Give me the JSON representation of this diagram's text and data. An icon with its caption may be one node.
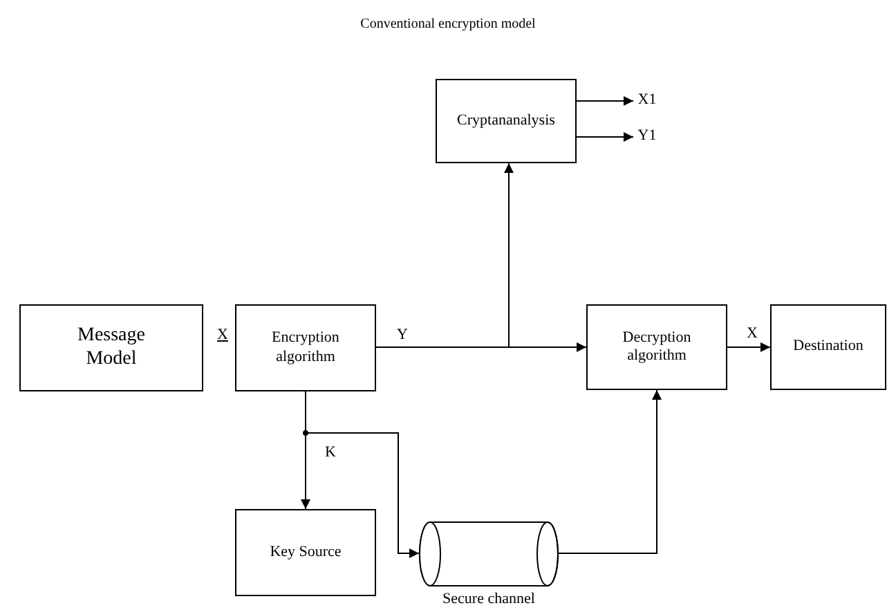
{
  "diagram": {
    "title": "Conventional encryption model",
    "nodes": [
      {
        "text": [
          "Message Model"
        ]
      },
      {
        "text": [
          "Encryption algorithm"
        ]
      },
      {
        "text": [
          "Cryptananalysis"
        ]
      },
      {
        "text": [
          "Decryption algorithm"
        ]
      },
      {
        "text": [
          "Destination"
        ]
      },
      {
        "text": [
          "Key Source"
        ]
      },
      {
        "text": [],
        "shape": "cylinder",
        "beside": [
          "Secure channel"
        ]
      },
      {
        "text": [
          "X1"
        ]
      },
      {
        "text": [
          "Y1"
        ]
      }
    ],
    "edges": [
      {
        "from": 1,
        "to": 3,
        "arrow": "to",
        "label": "Y"
      },
      {
        "from": 1,
        "to": 2,
        "arrow": "to"
      },
      {
        "from": 2,
        "to": 7,
        "arrow": "to"
      },
      {
        "from": 2,
        "to": 8,
        "arrow": "to"
      },
      {
        "from": 3,
        "to": 4,
        "arrow": "to",
        "label": "X"
      },
      {
        "from": 1,
        "to": 5,
        "arrow": "to"
      },
      {
        "from": 1,
        "to": 6,
        "arrow": "to",
        "label": "K"
      },
      {
        "from": 6,
        "to": 3,
        "arrow": "to"
      }
    ],
    "labels": [
      "X"
    ]
  }
}
